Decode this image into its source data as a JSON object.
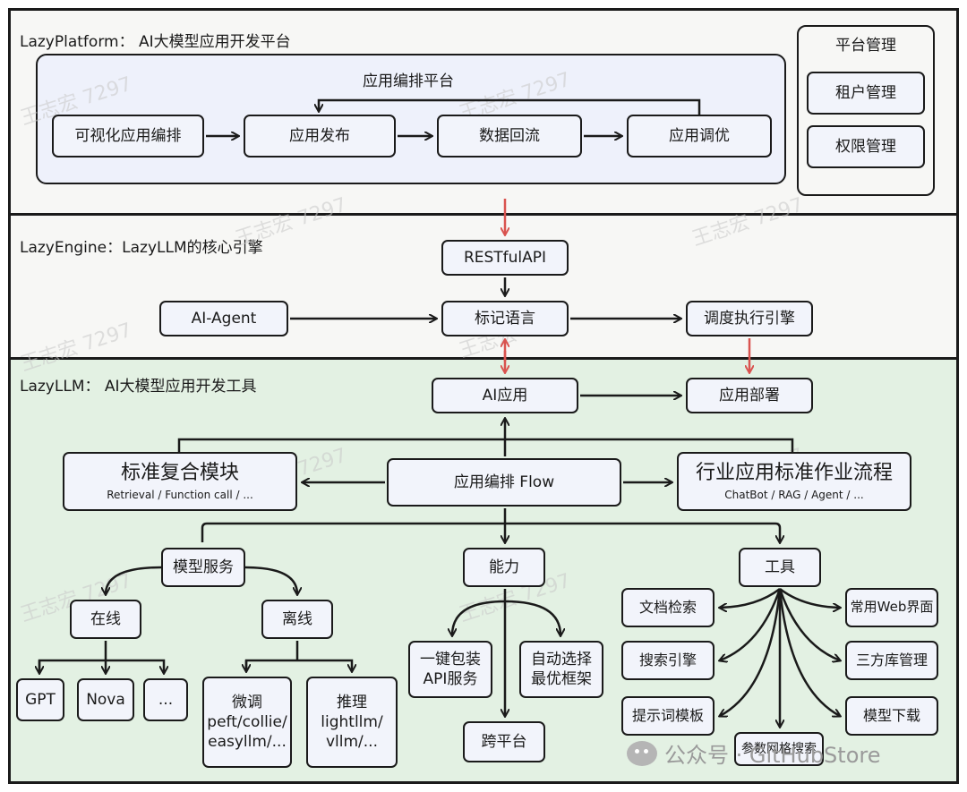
{
  "platform": {
    "title": "LazyPlatform： AI大模型应用开发平台",
    "orchestration_title": "应用编排平台",
    "visual_orchestration": "可视化应用编排",
    "app_publish": "应用发布",
    "data_backflow": "数据回流",
    "app_tuning": "应用调优",
    "management": {
      "title": "平台管理",
      "tenant": "租户管理",
      "permission": "权限管理"
    }
  },
  "engine": {
    "title": "LazyEngine：LazyLLM的核心引擎",
    "restful_api": "RESTfulAPI",
    "ai_agent": "AI-Agent",
    "markup_language": "标记语言",
    "scheduler": "调度执行引擎"
  },
  "lazyllm": {
    "title": "LazyLLM：  AI大模型应用开发工具",
    "ai_app": "AI应用",
    "app_deploy": "应用部署",
    "standard_modules": {
      "title": "标准复合模块",
      "subtitle": "Retrieval / Function call / ..."
    },
    "flow": "应用编排  Flow",
    "industry_flow": {
      "title": "行业应用标准作业流程",
      "subtitle": "ChatBot / RAG / Agent / ..."
    },
    "model_service": "模型服务",
    "online": "在线",
    "offline": "离线",
    "gpt": "GPT",
    "nova": "Nova",
    "more": "...",
    "finetune": [
      "微调",
      "peft/collie/",
      "easyllm/..."
    ],
    "inference": [
      "推理",
      "lightllm/",
      "vllm/..."
    ],
    "capability": "能力",
    "one_click": [
      "一键包装",
      "API服务"
    ],
    "auto_select": [
      "自动选择",
      "最优框架"
    ],
    "cross_platform": "跨平台",
    "tools": "工具",
    "doc_search": "文档检索",
    "search_engine": "搜索引擎",
    "prompt_template": "提示词模板",
    "param_grid": "参数网格搜索",
    "web_ui": "常用Web界面",
    "third_party": "三方库管理",
    "model_download": "模型下载"
  },
  "watermark": "王志宏 7297",
  "footer": "公众号 · GitHubStore",
  "colors": {
    "platform_bg": "#f7f7f5",
    "engine_bg": "#f7f7f5",
    "lazyllm_bg": "#e3f1e3",
    "box_bg": "#f2f4fb",
    "red_arrow": "#d9534f"
  }
}
